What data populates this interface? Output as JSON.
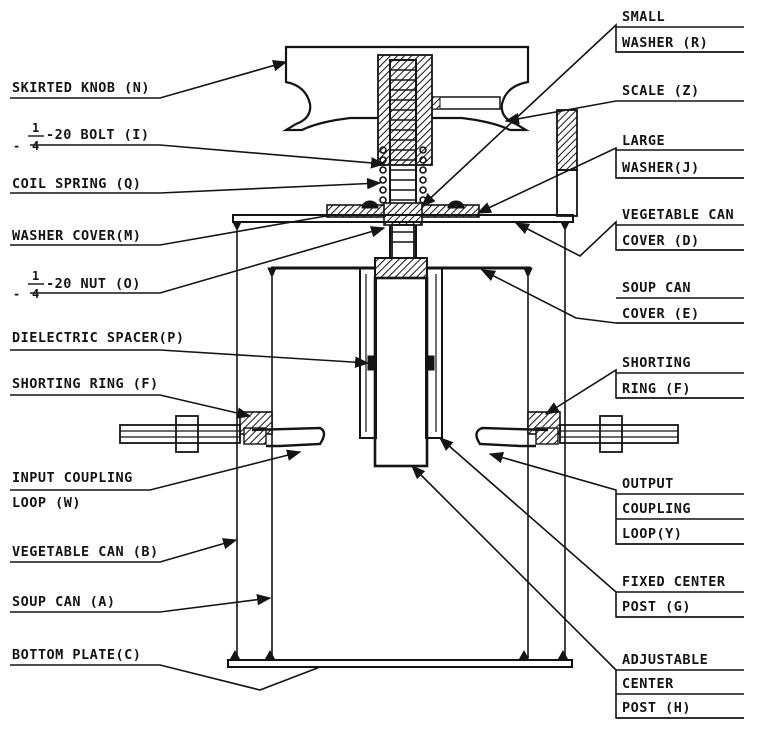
{
  "labels": {
    "skirted_knob": "SKIRTED KNOB (N)",
    "bolt_frac_num": "1",
    "bolt_frac_den": "4",
    "bolt_rest": "-20 BOLT (I)",
    "coil_spring": "COIL SPRING (Q)",
    "washer_cover": "WASHER COVER(M)",
    "nut_frac_num": "1",
    "nut_frac_den": "4",
    "nut_rest": "-20  NUT (O)",
    "dielectric_spacer": "DIELECTRIC SPACER(P)",
    "shorting_ring_left": "SHORTING RING (F)",
    "input_coupling_1": "INPUT COUPLING",
    "input_coupling_2": "LOOP (W)",
    "vegetable_can": "VEGETABLE CAN (B)",
    "soup_can": "SOUP CAN  (A)",
    "bottom_plate": "BOTTOM PLATE(C)",
    "small_washer_1": "SMALL",
    "small_washer_2": "WASHER (R)",
    "scale": "SCALE (Z)",
    "large_washer_1": "LARGE",
    "large_washer_2": "WASHER(J)",
    "veg_cover_1": "VEGETABLE CAN",
    "veg_cover_2": "COVER (D)",
    "soup_cover_1": "SOUP CAN",
    "soup_cover_2": "COVER (E)",
    "shorting_right_1": "SHORTING",
    "shorting_right_2": "RING  (F)",
    "output_1": "OUTPUT",
    "output_2": "COUPLING",
    "output_3": "LOOP(Y)",
    "fixed_post_1": "FIXED CENTER",
    "fixed_post_2": "POST (G)",
    "adj_post_1": "ADJUSTABLE",
    "adj_post_2": "CENTER",
    "adj_post_3": "POST  (H)"
  }
}
